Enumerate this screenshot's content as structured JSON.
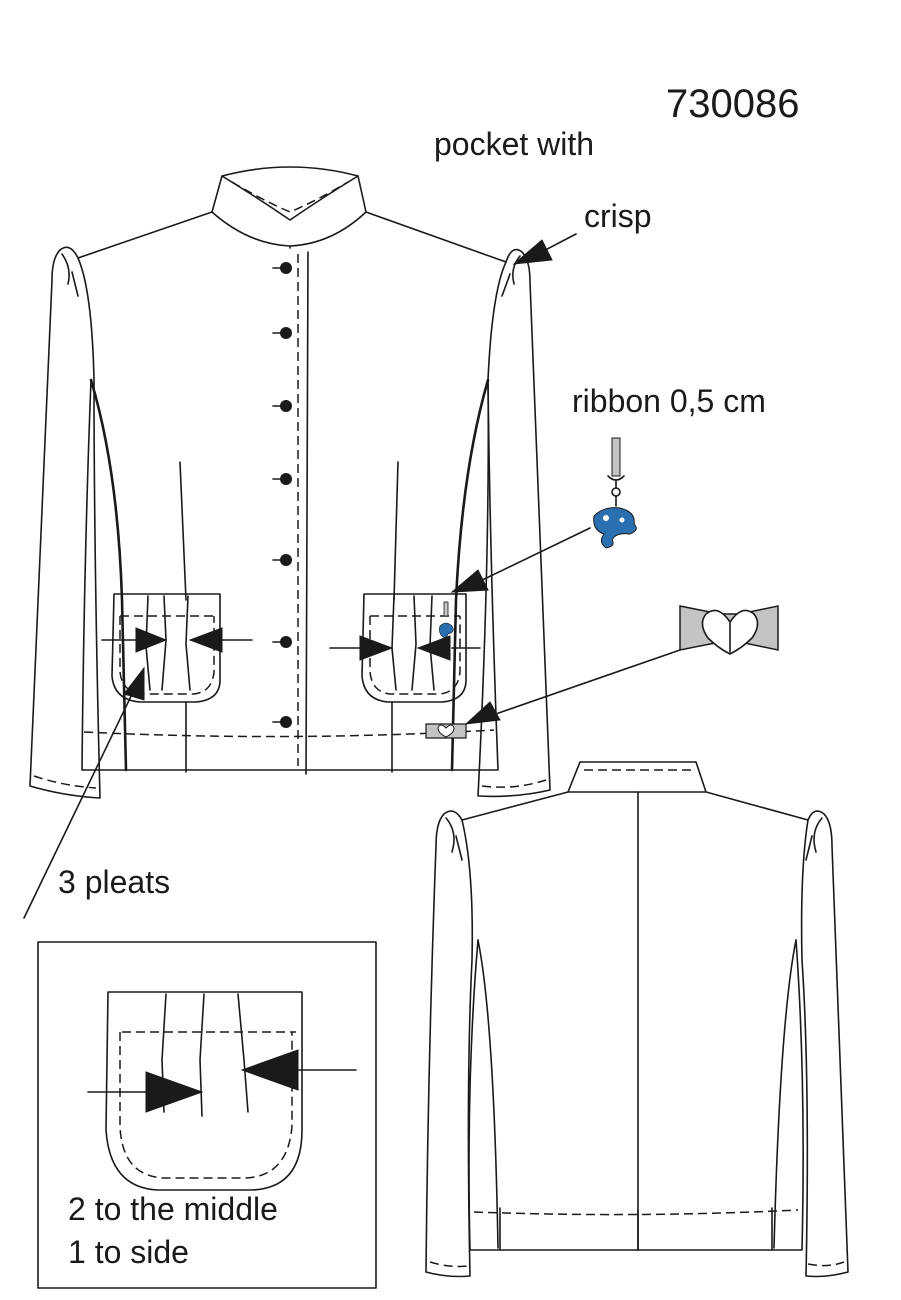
{
  "model_number": "730086",
  "labels": {
    "pocket_with": "pocket with",
    "crisp": "crisp",
    "ribbon": "ribbon 0,5 cm",
    "pleats": "3 pleats",
    "detail_line1": "2 to the middle",
    "detail_line2": "1 to side"
  },
  "colors": {
    "line": "#1a1a1a",
    "ribbon_grey": "#c4c4c4",
    "charm_blue": "#2a6fb0"
  }
}
